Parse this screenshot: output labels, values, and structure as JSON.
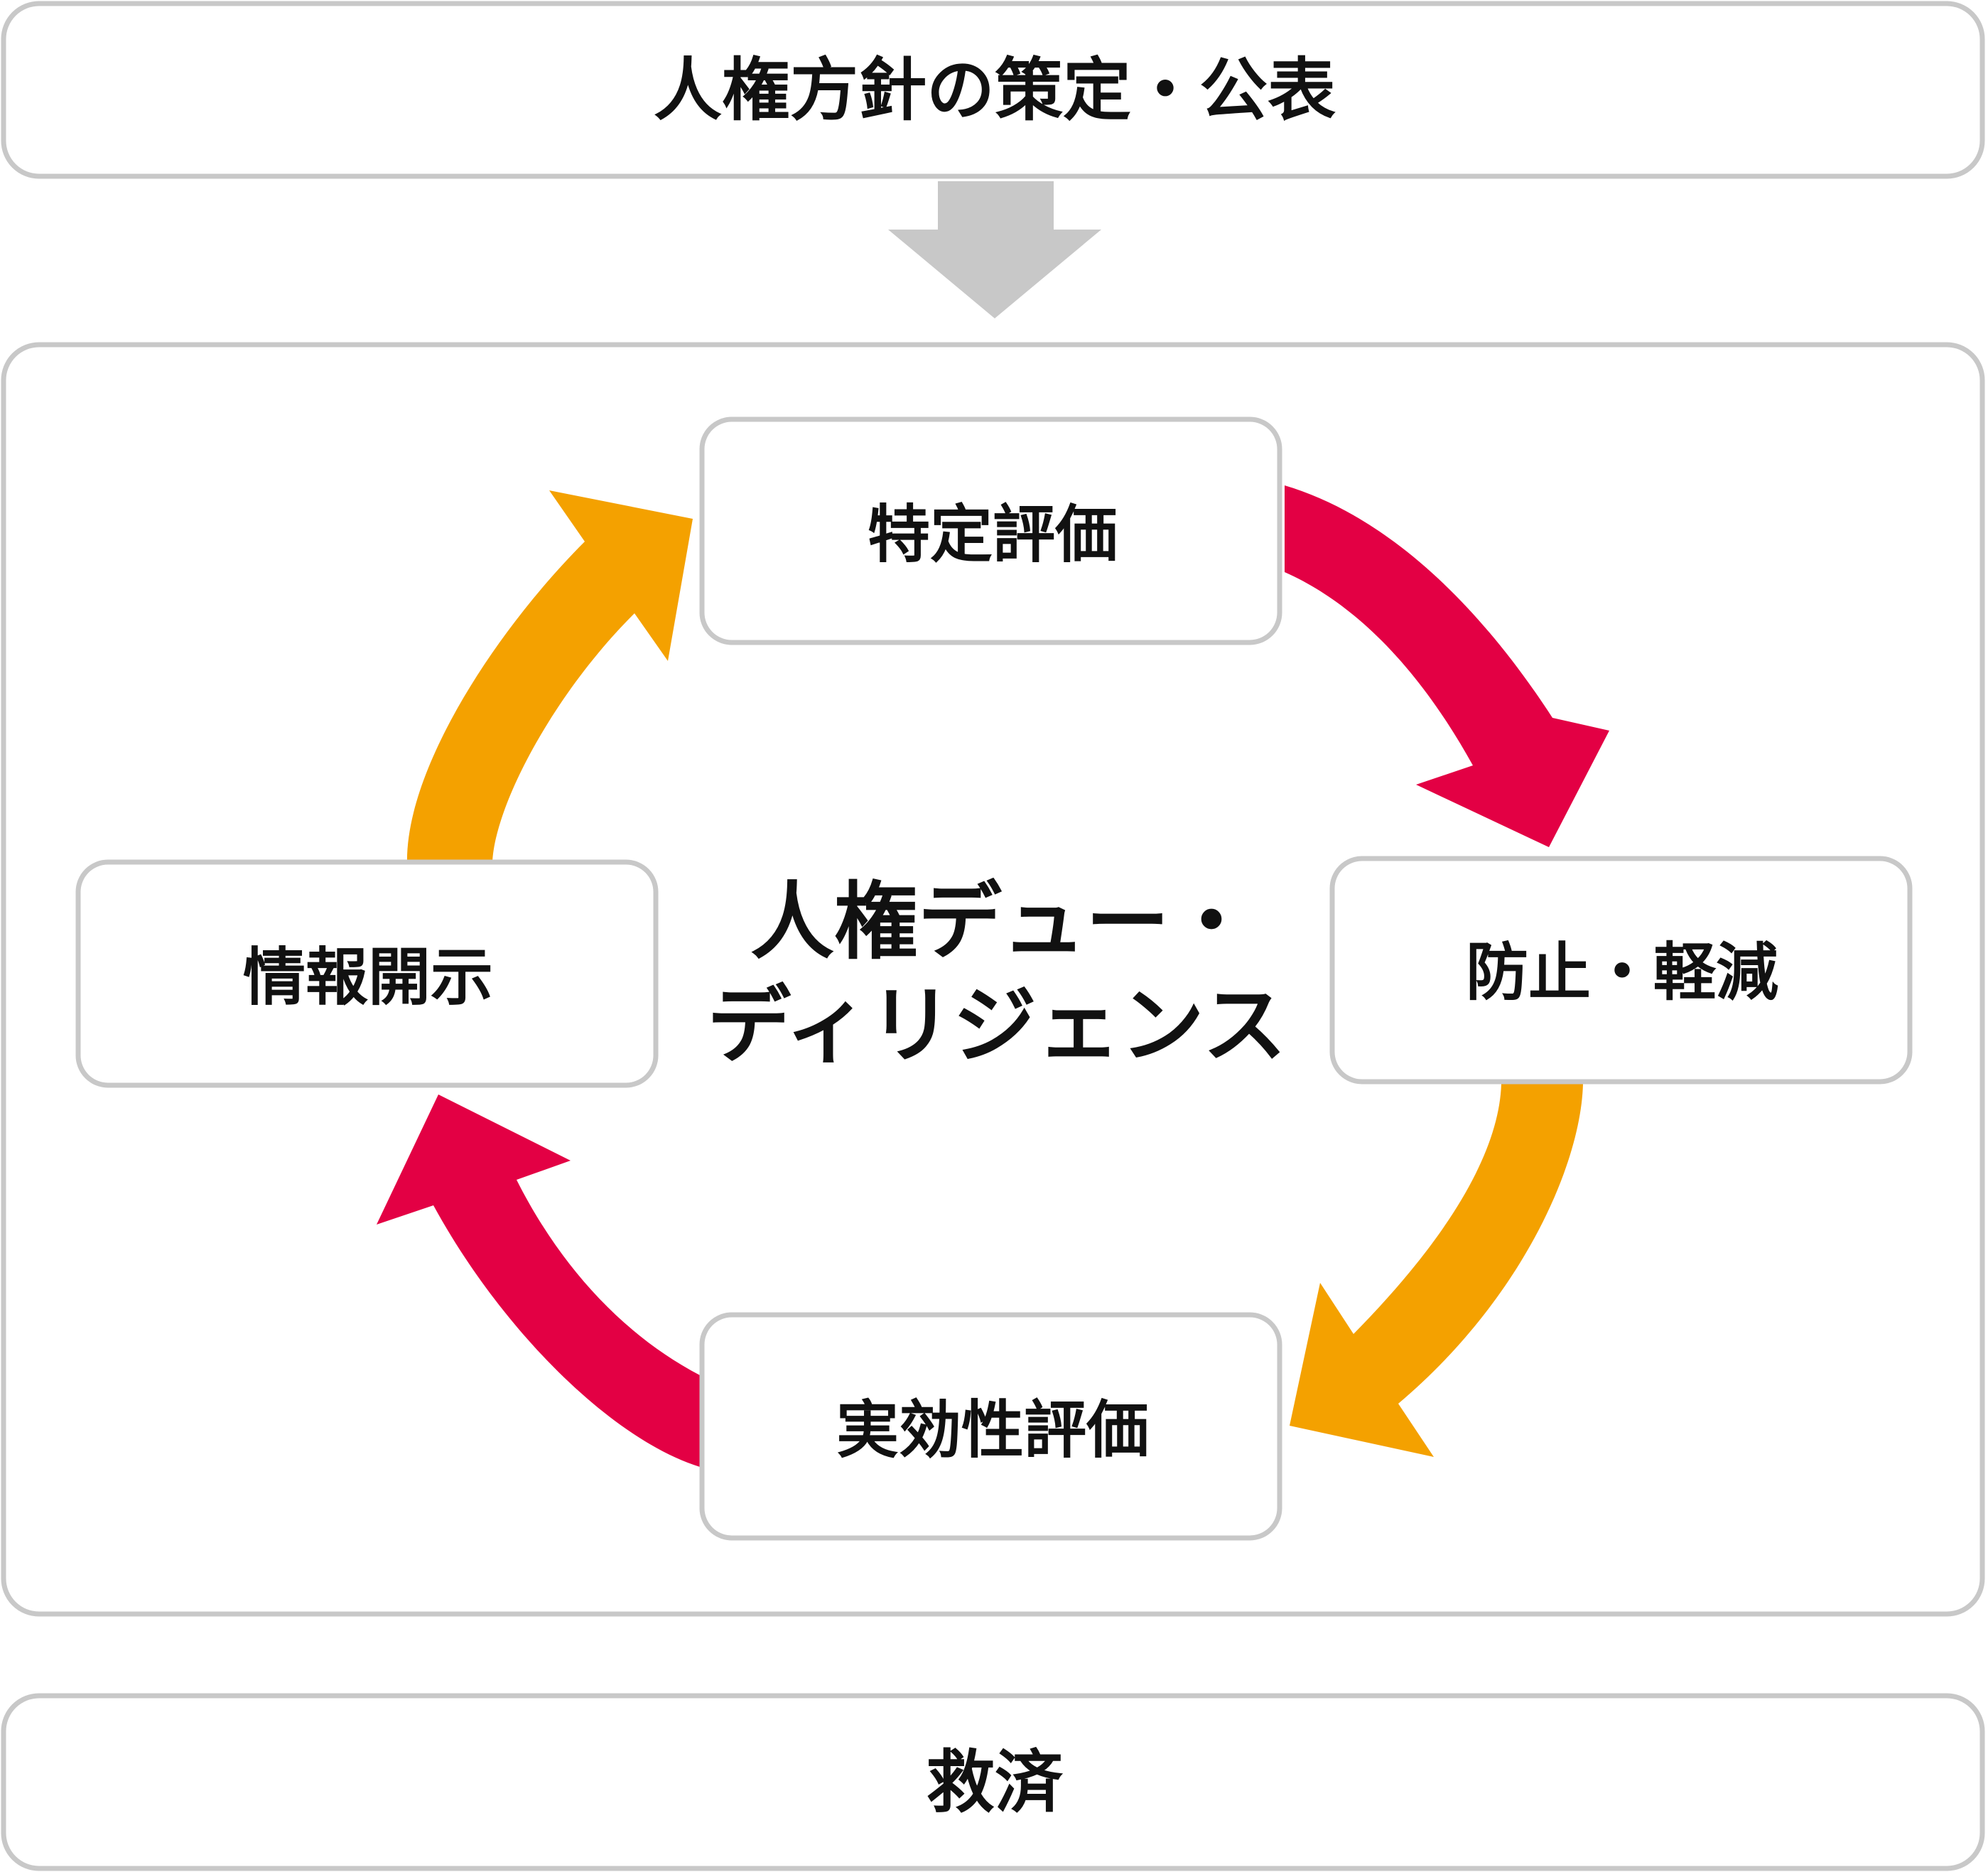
{
  "top_box": {
    "label": "人権方針の策定・公表"
  },
  "cycle": {
    "center_label_line1": "人権デュー・",
    "center_label_line2": "ディリジェンス",
    "steps": [
      {
        "label": "特定評価"
      },
      {
        "label": "防止・軽減"
      },
      {
        "label": "実効性評価"
      },
      {
        "label": "情報開示"
      }
    ]
  },
  "bottom_box": {
    "label": "救済"
  },
  "colors": {
    "border": "#c8c8c8",
    "down_arrow": "#c8c8c8",
    "arrow_red": "#e30044",
    "arrow_orange": "#f4a100",
    "text": "#111111"
  },
  "icons": {
    "down_arrow": "down-arrow-icon",
    "cycle_arrows": [
      "cycle-arrow-red",
      "cycle-arrow-orange"
    ]
  }
}
